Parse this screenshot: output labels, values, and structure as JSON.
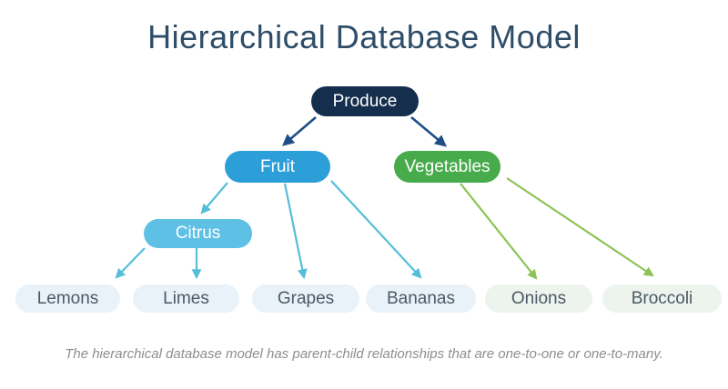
{
  "title": "Hierarchical Database Model",
  "caption": "The hierarchical database model has parent-child relationships that are one-to-one or one-to-many.",
  "colors": {
    "navy": "#152e4d",
    "blue": "#2c9fd9",
    "light_blue": "#5fc0e6",
    "green": "#47ab4c",
    "leaf_blue_bg": "#e9f2f9",
    "leaf_green_bg": "#edf3ed",
    "leaf_text": "#4a5a64",
    "white": "#ffffff",
    "arrow_navy": "#1f4e87",
    "arrow_cyan": "#55bfd9",
    "arrow_green": "#8dc353",
    "title_text": "#2e4d68",
    "caption_text": "#8e8e8e"
  },
  "nodes": [
    {
      "id": "produce",
      "label": "Produce",
      "style": "root"
    },
    {
      "id": "fruit",
      "label": "Fruit",
      "style": "fruit"
    },
    {
      "id": "vegetables",
      "label": "Vegetables",
      "style": "vegetables"
    },
    {
      "id": "citrus",
      "label": "Citrus",
      "style": "citrus"
    },
    {
      "id": "lemons",
      "label": "Lemons",
      "style": "leaf-blue"
    },
    {
      "id": "limes",
      "label": "Limes",
      "style": "leaf-blue"
    },
    {
      "id": "grapes",
      "label": "Grapes",
      "style": "leaf-blue"
    },
    {
      "id": "bananas",
      "label": "Bananas",
      "style": "leaf-blue"
    },
    {
      "id": "onions",
      "label": "Onions",
      "style": "leaf-green"
    },
    {
      "id": "broccoli",
      "label": "Broccoli",
      "style": "leaf-green"
    }
  ],
  "edges": [
    {
      "from": "produce",
      "to": "fruit",
      "color": "navy"
    },
    {
      "from": "produce",
      "to": "vegetables",
      "color": "navy"
    },
    {
      "from": "fruit",
      "to": "citrus",
      "color": "cyan"
    },
    {
      "from": "fruit",
      "to": "grapes",
      "color": "cyan"
    },
    {
      "from": "fruit",
      "to": "bananas",
      "color": "cyan"
    },
    {
      "from": "citrus",
      "to": "lemons",
      "color": "cyan"
    },
    {
      "from": "citrus",
      "to": "limes",
      "color": "cyan"
    },
    {
      "from": "vegetables",
      "to": "onions",
      "color": "green"
    },
    {
      "from": "vegetables",
      "to": "broccoli",
      "color": "green"
    }
  ]
}
